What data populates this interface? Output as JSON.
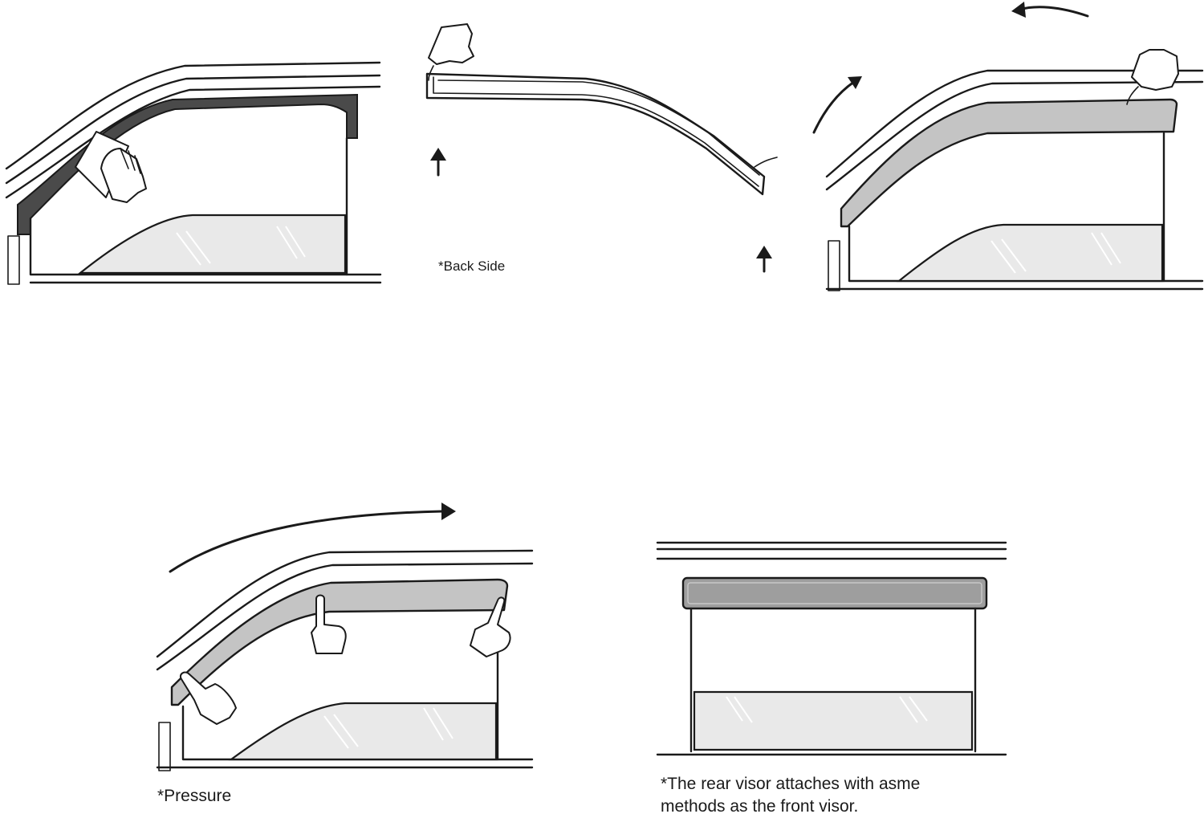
{
  "steps": {
    "clean": {
      "label": ""
    },
    "back_side": {
      "label": "*Back Side"
    },
    "insert": {
      "label": ""
    },
    "pressure": {
      "label": "*Pressure"
    },
    "rear": {
      "line1": "*The rear visor attaches with asme",
      "line2": "methods as the front visor."
    }
  },
  "colors": {
    "line": "#1a1a1a",
    "tape": "#4a4a4a",
    "visor": "#c4c4c4",
    "rear_visor": "#9e9e9e",
    "glass": "#e9e9e9",
    "background": "#ffffff"
  },
  "icons": [
    "cloth-wipe-hand-icon",
    "peel-tape-hand-icon",
    "up-arrow-icon",
    "curved-arrow-icon",
    "pointing-finger-icon",
    "pressing-hand-icon"
  ]
}
